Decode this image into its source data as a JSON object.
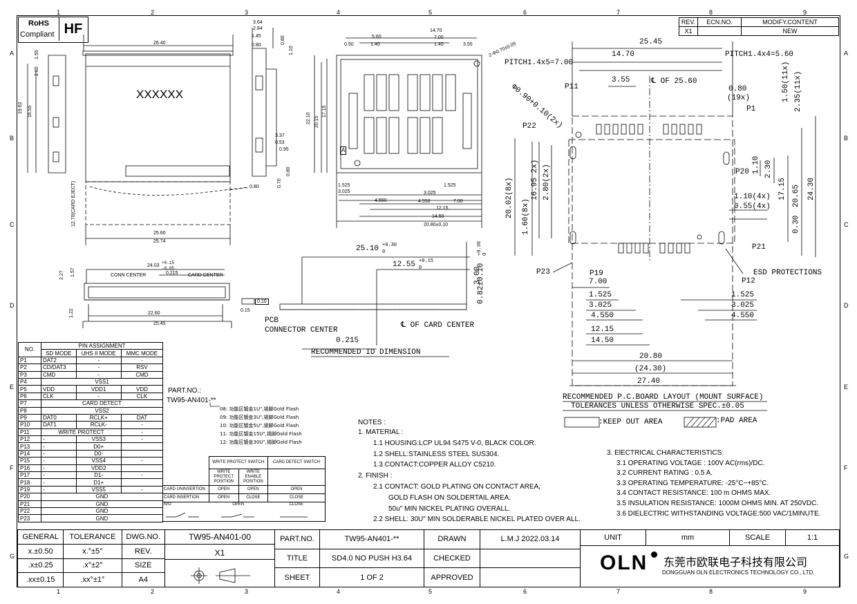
{
  "header": {
    "rohs": "RoHS",
    "compliant": "Compliant",
    "hf": "HF",
    "col_markers": [
      "1",
      "2",
      "3",
      "4",
      "5",
      "6",
      "7",
      "8",
      "9"
    ],
    "row_markers": [
      "A",
      "B",
      "C",
      "D",
      "E",
      "F",
      "G"
    ]
  },
  "revision_table": {
    "headers": [
      "REV.",
      "ECN.NO.",
      "MODIFY.CONTENT"
    ],
    "row": [
      "X1",
      "",
      "NEW"
    ]
  },
  "top_view": {
    "label": "XXXXXX",
    "dims": [
      "26.40",
      "25.60",
      "25.74",
      "19.62",
      "16.55",
      "2.80",
      "1.55",
      "12.70(CARD EJECT)"
    ]
  },
  "side_view": {
    "dims": [
      "3.64",
      "2.84",
      "1.45",
      "0.80",
      "0.80",
      "1.10",
      "3.37",
      "0.53",
      "0.95",
      "0.80",
      "0.80",
      "0.70"
    ]
  },
  "bottom_view": {
    "dims": [
      "14.70",
      "5.60",
      "7.00",
      "1.40",
      "1.40",
      "3.55",
      "0.50",
      "2-Φ0.70±0.05",
      "22.10",
      "20.15",
      "17.15",
      "1.525",
      "3.025",
      "4.550",
      "1.525",
      "3.025",
      "4.550",
      "7.00",
      "12.15",
      "14.50",
      "20.80±0.10"
    ],
    "marker": "A"
  },
  "front_view": {
    "dims": [
      "24.03",
      "+0.15",
      "-0.05",
      "0.215",
      "2.27",
      "1.57",
      "1.22",
      "22.60",
      "25.45",
      "0.10",
      "0.15"
    ],
    "labels": [
      "CONN CENTER",
      "CARD CENTER"
    ]
  },
  "id_dimension": {
    "dims": [
      "25.10",
      "+0.30",
      "0",
      "12.55",
      "+0.15",
      "0",
      "3.00",
      "+0.30",
      "0",
      "0.82±0.10",
      "0.215"
    ],
    "labels": [
      "PCB",
      "CONNECTOR CENTER",
      "℄ OF CARD CENTER"
    ],
    "title": "RECOMMENDED ID DIMENSION"
  },
  "pcb_layout": {
    "top_dims": [
      "25.45",
      "14.70",
      "PITCH1.4x4=5.60",
      "PITCH1.4x5=7.00",
      "3.55",
      "℄ OF 25.60",
      "0.80",
      "(19x)",
      "1.50(11x)",
      "2.35(11x)"
    ],
    "left_dims": [
      "20.02(8x)",
      "16.95 2x)",
      "2.80(2x)",
      "1.60(8x)"
    ],
    "right_dims": [
      "1.10",
      "2.30",
      "17.15",
      "20.65",
      "24.30",
      "1.10(4x)",
      "0.55(4x)",
      "0.30"
    ],
    "hole": "Φ0.90+0.10(2x)",
    "pins": [
      "P11",
      "P1",
      "P22",
      "P20",
      "P21",
      "P23",
      "P19",
      "P12"
    ],
    "esd": "ESD PROTECTIONS",
    "bottom_dims": [
      "7.00",
      "1.525",
      "3.025",
      "4.550",
      "1.525",
      "3.025",
      "4.550",
      "12.15",
      "14.50",
      "20.80",
      "(24.30)",
      "27.40"
    ],
    "title": "RECOMMENDED P.C.BOARD LAYOUT (MOUNT SURFACE)",
    "tolerance": "TOLERANCES UNLESS OTHERWISE SPEC.±0.05",
    "keep_out": ":KEEP OUT AREA",
    "pad_area": ":PAD AREA"
  },
  "pin_assignment": {
    "title": "PIN ASSIGNMENT",
    "no": "NO.",
    "headers": [
      "SD MODE",
      "UHS II MODE",
      "MMC MODE"
    ],
    "rows": [
      {
        "no": "P1",
        "c": [
          "DAT2",
          "-",
          "-"
        ]
      },
      {
        "no": "P2",
        "c": [
          "CD/DAT3",
          "-",
          "RSV"
        ]
      },
      {
        "no": "P3",
        "c": [
          "CMD",
          "-",
          "CMD"
        ]
      },
      {
        "no": "P4",
        "span": "VSS1"
      },
      {
        "no": "P5",
        "c": [
          "VDD",
          "VDD1",
          "VDD"
        ]
      },
      {
        "no": "P6",
        "c": [
          "CLK",
          "-",
          "CLK"
        ]
      },
      {
        "no": "P7",
        "span": "CARD DETECT"
      },
      {
        "no": "P8",
        "span": "VSS2"
      },
      {
        "no": "P9",
        "c": [
          "DAT0",
          "RCLK+",
          "DAT"
        ]
      },
      {
        "no": "P10",
        "c": [
          "DAT1",
          "RCLK-",
          "-"
        ]
      },
      {
        "no": "P11",
        "span2": "WRITE PROTECT",
        "c3": "-"
      },
      {
        "no": "P12",
        "c": [
          "-",
          "VSS3",
          "-"
        ]
      },
      {
        "no": "P13",
        "c": [
          "-",
          "D0+",
          ""
        ]
      },
      {
        "no": "P14",
        "c": [
          "-",
          "D0-",
          ""
        ]
      },
      {
        "no": "P15",
        "c": [
          "-",
          "VSS4",
          "-"
        ]
      },
      {
        "no": "P16",
        "c": [
          "-",
          "VDD2",
          ""
        ]
      },
      {
        "no": "P17",
        "c": [
          "-",
          "D1-",
          "-"
        ]
      },
      {
        "no": "P18",
        "c": [
          "-",
          "D1+",
          ""
        ]
      },
      {
        "no": "P19",
        "c": [
          "-",
          "VSS5",
          "-"
        ]
      },
      {
        "no": "P20",
        "span": "GND"
      },
      {
        "no": "P21",
        "span": "GND"
      },
      {
        "no": "P22",
        "span": "GND"
      },
      {
        "no": "P23",
        "span": "GND"
      }
    ]
  },
  "part_no": {
    "label": "PART.NO.:",
    "value": "TW95-AN401-**",
    "options": [
      "08: 功能区镀金1U\",锡脚Gold Flash",
      "09: 功能区镀金3U\",锡脚Gold Flash",
      "10: 功能区镀金5U\",锡脚Gold Flash",
      "11: 功能区镀金15U\",锡脚Gold Flash",
      "12: 功能区镀金30U\",锡脚Gold Flash"
    ]
  },
  "switch_table": {
    "wp": "WRITE PROTECT SWITCH",
    "cd": "CARD DETECT SWITCH",
    "wpp": "WRITE PROTECT POSITION",
    "wep": "WRITE ENABLE POSITION",
    "r1": [
      "CARD UNINSERTION",
      "OPEN",
      "OPEN",
      "OPEN"
    ],
    "r2": [
      "CARD INSERTION",
      "OPEN",
      "CLOSE",
      "CLOSE"
    ],
    "r3": [
      "N/O",
      "OPEN",
      "CLOSE"
    ]
  },
  "notes": {
    "title": "NOTES :",
    "lines": [
      "1. MATERIAL :",
      "1.1 HOUSING:LCP UL94 S475 V-0, BLACK COLOR.",
      "1.2 SHELL:STAINLESS STEEL SUS304.",
      "1.3 CONTACT:COPPER ALLOY C5210.",
      "2. FINISH :",
      "2.1 CONTACT: GOLD PLATING ON CONTACT AREA,",
      "GOLD FLASH ON SOLDERTAIL AREA.",
      "50u\" MIN NICKEL PLATING OVERALL.",
      "2.2 SHELL: 30U\" MIN SOLDERABLE NICKEL PLATED OVER ALL."
    ],
    "elec": [
      "3. ElECTRICAL CHARACTERISTICS:",
      "3.1 OPERATING VOLTAGE : 100V AC(rms)/DC.",
      "3.2 CURRENT RATING : 0.5 A.",
      "3.3 OPERATING TEMPERATURE: -25°C~+85°C.",
      "3.4 CONTACT RESISTANCE: 100 m OHMS MAX.",
      "3.5 INSULATION RESISTANCE: 1000M OHMS MIN. AT 250VDC.",
      "3.6 DIELECTRIC WITHSTANDING VOLTAGE:500 VAC/1MINUTE."
    ]
  },
  "title_block": {
    "general": "GENERAL",
    "tolerance": "TOLERANCE",
    "dwg_no_label": "DWG.NO.",
    "dwg_no": "TW95-AN401-00",
    "t1": "x.±0.50",
    "t2": "x.°±5°",
    "t3": ".x±0.25",
    "t4": ".x°±2°",
    "t5": ".xx±0.15",
    "t6": ".xx°±1°",
    "rev_label": "REV.",
    "rev": "X1",
    "size_label": "SIZE",
    "size": "A4",
    "part_no_label": "PART.NO.",
    "part_no": "TW95-AN401-**",
    "title_label": "TITLE",
    "title": "SD4.0 NO PUSH H3.64",
    "sheet_label": "SHEET",
    "sheet": "1 OF 2",
    "drawn_label": "DRAWN",
    "drawn": "L.M.J 2022.03.14",
    "checked_label": "CHECKED",
    "approved_label": "APPROVED",
    "unit_label": "UNIT",
    "unit": "mm",
    "scale_label": "SCALE",
    "scale": "1:1",
    "logo": "OLN",
    "company_cn": "东莞市欧联电子科技有限公司",
    "company_en": "DONGGUAN OLN ELECTRONICS TECHNOLOGY CO., LTD."
  }
}
